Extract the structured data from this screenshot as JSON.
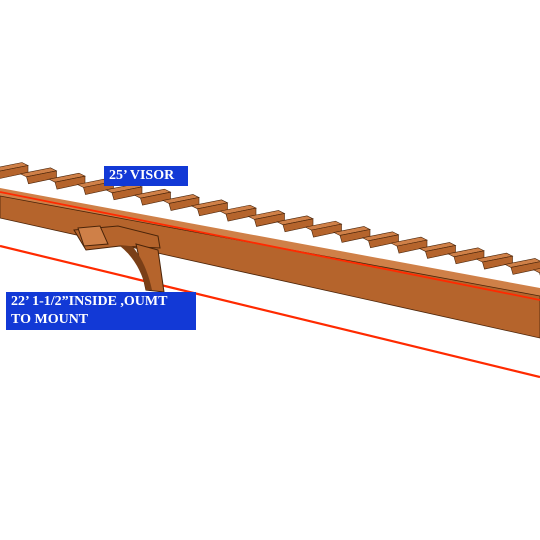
{
  "colors": {
    "background": "#ffffff",
    "label_bg": "#1239d6",
    "label_text": "#ffffff",
    "measure_line": "#ff2a00",
    "wood_face": "#b5642c",
    "wood_top": "#cf8048",
    "wood_dark": "#7a3f17",
    "wood_edge": "#4a2409"
  },
  "labels": {
    "visor": "25’ VISOR",
    "span_line1": "22’ 1-1/2”INSIDE ,OUMT",
    "span_line2": "TO MOUNT"
  }
}
